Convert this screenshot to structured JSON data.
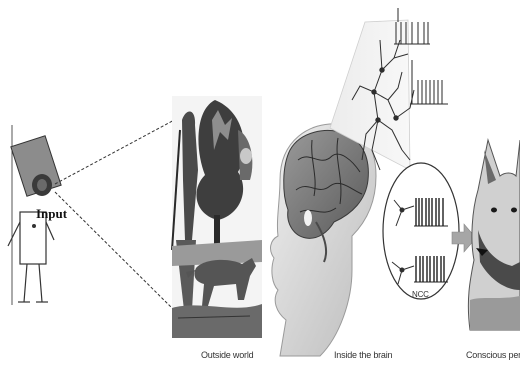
{
  "labels": {
    "input": "Input",
    "outside_world": "Outside world",
    "inside_brain": "Inside the brain",
    "conscious_percept": "Conscious percept",
    "ncc": "NCC"
  },
  "colors": {
    "ink": "#2a2a2a",
    "mid_gray": "#8a8a8a",
    "light_gray": "#d8d8d8",
    "arrow_gray": "#9a9a9a"
  },
  "icons": {
    "camera": "camera-icon",
    "robot": "robot-figure-icon",
    "scene": "forest-scene-with-hunter-and-dog",
    "head": "human-head-with-brain",
    "neurons": "neuron-network",
    "spike_trains": "spike-train-raster",
    "dog": "german-shepherd-dog"
  }
}
